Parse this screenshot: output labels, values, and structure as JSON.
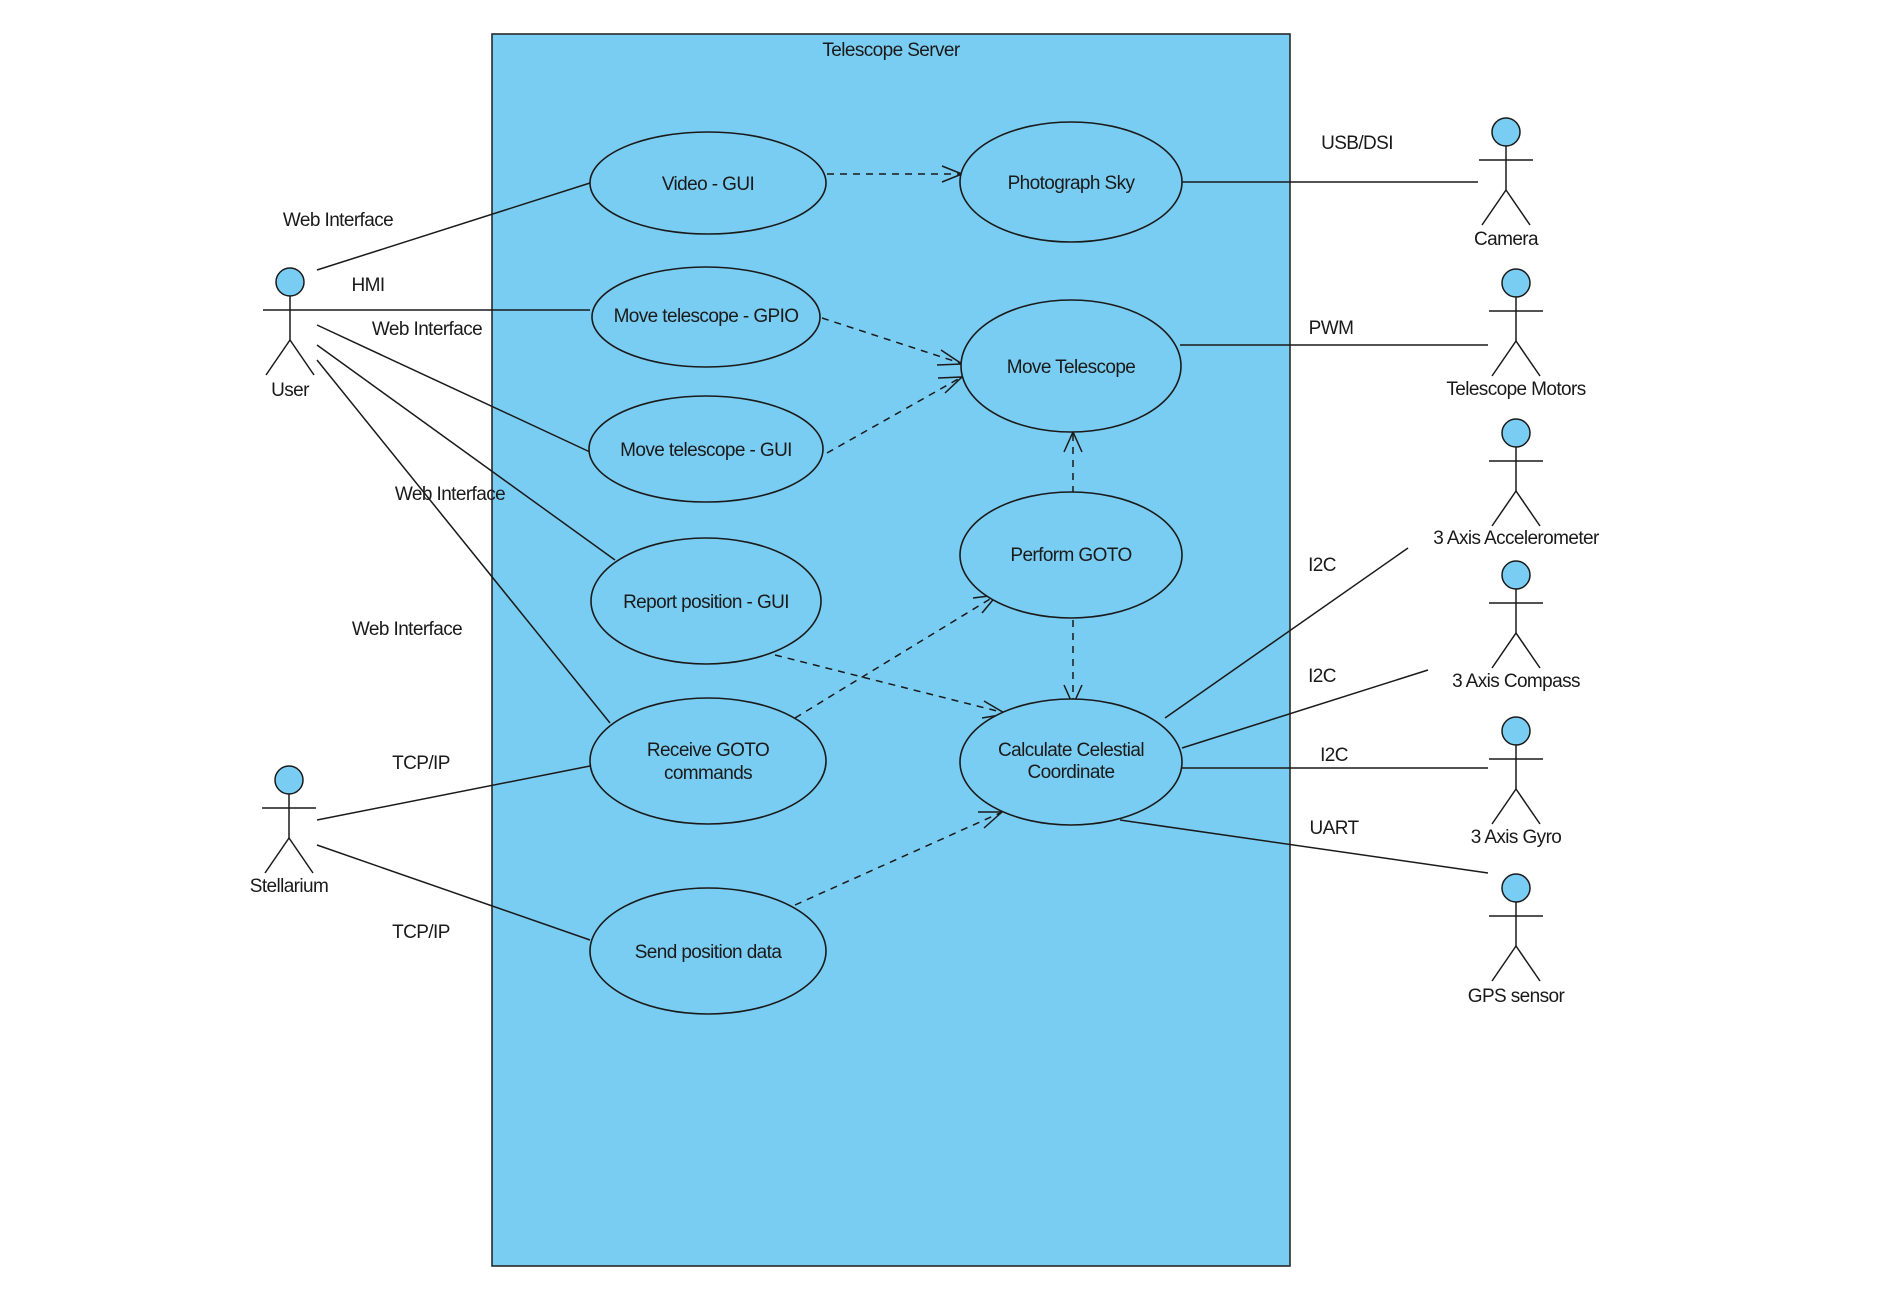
{
  "colors": {
    "system_fill": "#7acdf2",
    "usecase_fill": "#7acdf2",
    "actor_head": "#7acdf2",
    "line": "#1a1a1a",
    "background": "#ffffff"
  },
  "system": {
    "title": "Telescope Server"
  },
  "use_cases": {
    "video_gui": "Video - GUI",
    "move_telescope_gpio": "Move telescope - GPIO",
    "move_telescope_gui": "Move telescope - GUI",
    "report_position_gui": "Report position - GUI",
    "receive_goto": [
      "Receive GOTO",
      "commands"
    ],
    "send_position_data": "Send position data",
    "photograph_sky": "Photograph Sky",
    "move_telescope": "Move Telescope",
    "perform_goto": "Perform GOTO",
    "calculate_celestial": [
      "Calculate Celestial",
      "Coordinate"
    ]
  },
  "actors": {
    "user": "User",
    "stellarium": "Stellarium",
    "camera": "Camera",
    "telescope_motors": "Telescope Motors",
    "accelerometer": "3 Axis Accelerometer",
    "compass": "3 Axis Compass",
    "gyro": "3 Axis Gyro",
    "gps": "GPS sensor"
  },
  "association_labels": {
    "user_video": "Web Interface",
    "user_gpio": "HMI",
    "user_move_gui": "Web Interface",
    "user_report": "Web Interface",
    "user_receive": "Web Interface",
    "stellarium_receive": "TCP/IP",
    "stellarium_send": "TCP/IP",
    "camera": "USB/DSI",
    "motors": "PWM",
    "accelerometer": "I2C",
    "compass": "I2C",
    "gyro": "I2C",
    "gps": "UART"
  }
}
